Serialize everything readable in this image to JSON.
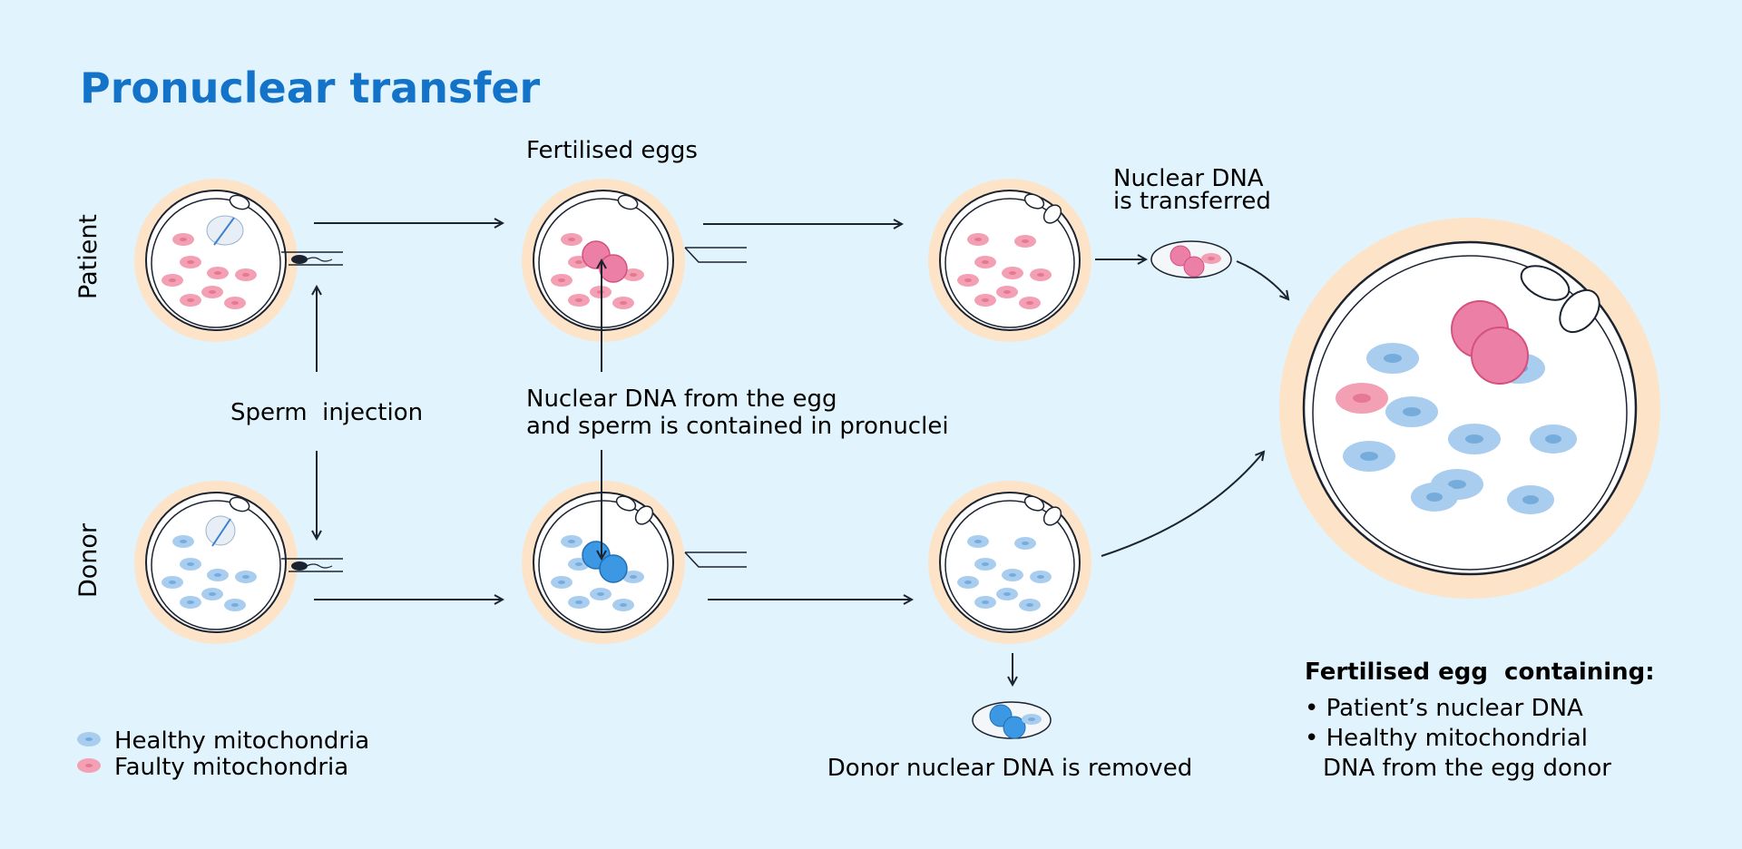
{
  "title": "Pronuclear transfer",
  "rows": {
    "patient": "Patient",
    "donor": "Donor"
  },
  "labels": {
    "fertilised_eggs": "Fertilised eggs",
    "sperm_injection": "Sperm  injection",
    "pronuclei_line1": "Nuclear DNA from the egg",
    "pronuclei_line2": "and sperm is contained in pronuclei",
    "transferred_line1": "Nuclear DNA",
    "transferred_line2": "is transferred",
    "removed": "Donor nuclear DNA is removed"
  },
  "result": {
    "heading": "Fertilised egg  containing:",
    "bullet1": "• Patient’s nuclear DNA",
    "bullet2_line1": "• Healthy mitochondrial",
    "bullet2_line2": "DNA from the egg donor"
  },
  "legend": {
    "healthy": "Healthy mitochondria",
    "faulty": "Faulty mitochondria"
  },
  "colors": {
    "background": "#e1f3fc",
    "title": "#1273c9",
    "zona": "#fde4c8",
    "healthy_mito": "#a9cdee",
    "healthy_mito_core": "#76acdc",
    "faulty_mito": "#f3a0b5",
    "faulty_mito_core": "#e57892",
    "patient_pronucleus": "#ec7fa6",
    "donor_pronucleus": "#3d98e3",
    "ink": "#1c2330"
  }
}
